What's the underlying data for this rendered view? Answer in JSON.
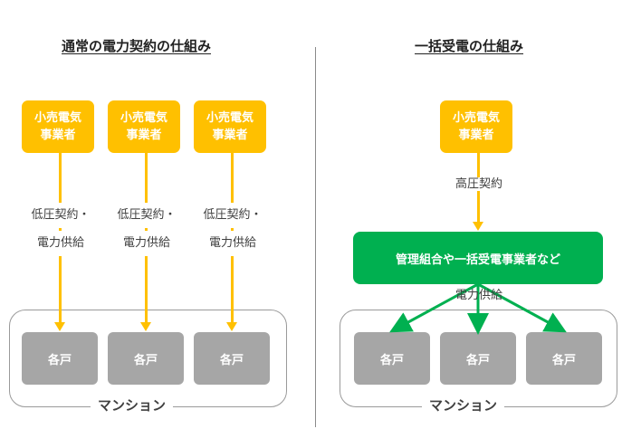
{
  "left": {
    "title": "通常の電力契約の仕組み",
    "retail_line1": "小売電気",
    "retail_line2": "事業者",
    "flow_line1": "低圧契約・",
    "flow_line2": "電力供給",
    "unit_label": "各戸",
    "mansion_label": "マンション"
  },
  "right": {
    "title": "一括受電の仕組み",
    "retail_line1": "小売電気",
    "retail_line2": "事業者",
    "contract_label": "高圧契約",
    "mgmt_label": "管理組合や一括受電事業者など",
    "supply_label": "電力供給",
    "unit_label": "各戸",
    "mansion_label": "マンション"
  },
  "colors": {
    "retail": "#ffc000",
    "mgmt": "#00b050",
    "unit": "#a6a6a6"
  }
}
